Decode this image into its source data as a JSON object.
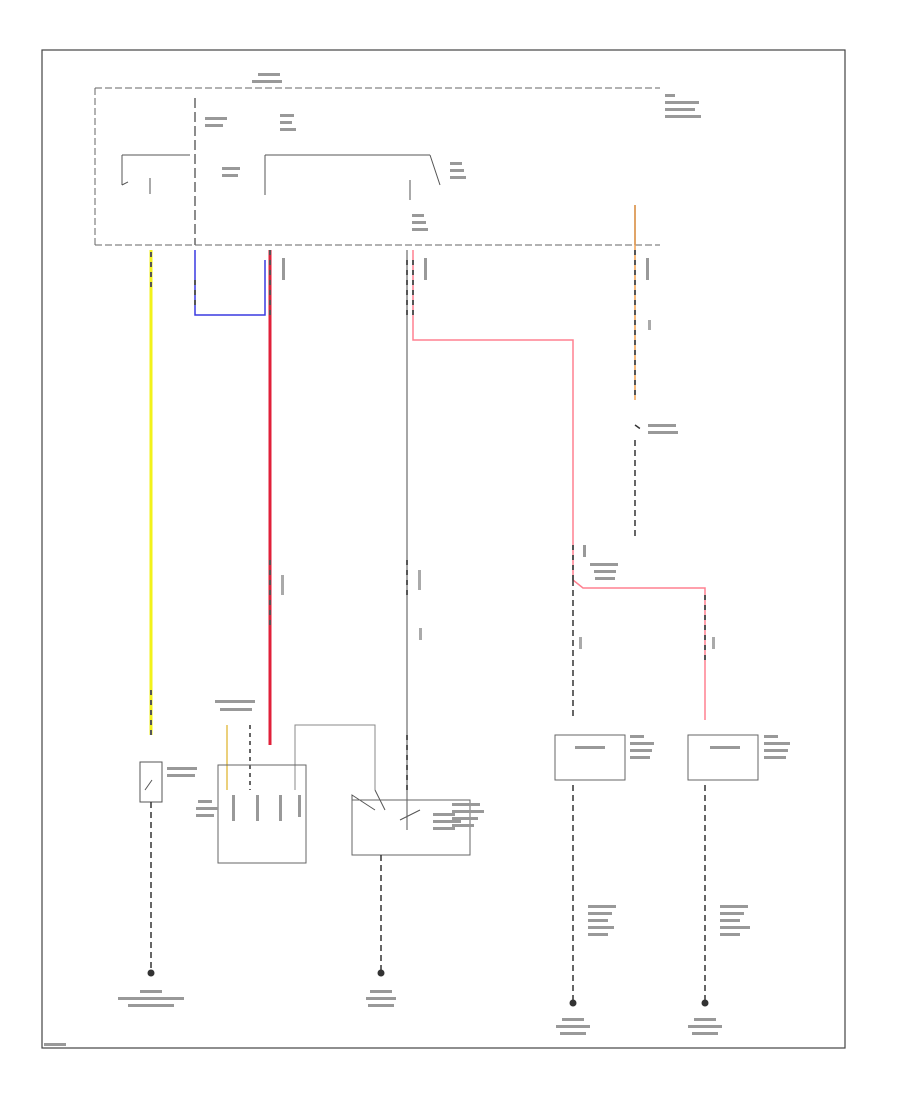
{
  "diagram": {
    "border": "outer-frame",
    "fuse_box_label": "",
    "footer_code": "",
    "wire_colors": {
      "yellow": "#f2f21a",
      "blue": "#3a3ae0",
      "red": "#e0203a",
      "pink": "#ff8090",
      "orange": "#f0a050",
      "black": "#222222",
      "gray": "#888888",
      "frame": "#444444"
    },
    "components": [
      {
        "name": "fuse-block",
        "type": "box"
      },
      {
        "name": "courtesy-lamp-switch",
        "type": "switch"
      },
      {
        "name": "lamp-connector-left",
        "type": "connector"
      },
      {
        "name": "relay-module",
        "type": "relay"
      },
      {
        "name": "left-lamp-module",
        "type": "lamp-module"
      },
      {
        "name": "right-lamp-module",
        "type": "lamp-module"
      }
    ],
    "grounds": [
      {
        "name": "ground-1",
        "label": ""
      },
      {
        "name": "ground-2",
        "label": ""
      },
      {
        "name": "ground-3",
        "label": ""
      },
      {
        "name": "ground-4",
        "label": ""
      }
    ]
  }
}
